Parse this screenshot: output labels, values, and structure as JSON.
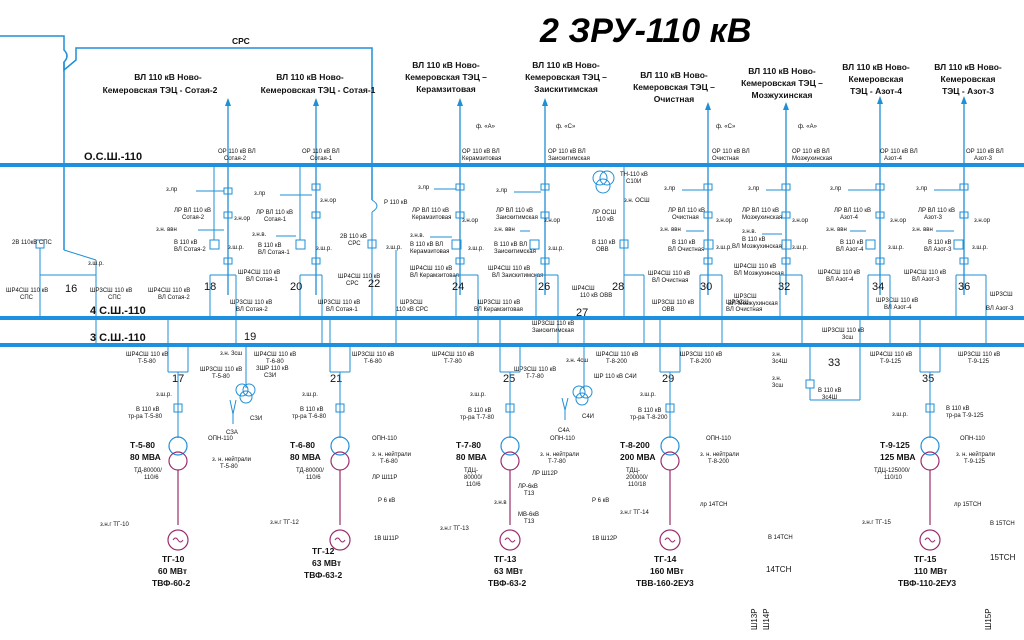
{
  "title": "2 ЗРУ-110 кВ",
  "colors": {
    "blue": "#1f8fd6",
    "bus": "#1e90e0",
    "purple": "#9b2d6e",
    "green": "#5da44a",
    "text": "#111111"
  },
  "srs": "СРС",
  "buses": {
    "osh": "О.С.Ш.-110",
    "b4": "4 С.Ш.-110",
    "b3": "3 С.Ш.-110"
  },
  "lines": [
    {
      "n": "ВЛ 110 кВ Ново-",
      "t": "Кемеровская ТЭЦ - Сотая-2"
    },
    {
      "n": "ВЛ 110 кВ Ново-",
      "t": "Кемеровская ТЭЦ - Сотая-1"
    },
    {
      "n": "ВЛ 110 кВ Ново-",
      "t": "Кемеровская ТЭЦ –",
      "t2": "Керамзитовая",
      "ph": "ф. «А»"
    },
    {
      "n": "ВЛ 110 кВ Ново-",
      "t": "Кемеровская ТЭЦ –",
      "t2": "Заискитимская",
      "ph": "ф. «С»"
    },
    {
      "n": "ВЛ 110 кВ Ново-",
      "t": "Кемеровская ТЭЦ –",
      "t2": "Очистная",
      "ph": "ф. «С»"
    },
    {
      "n": "ВЛ 110 кВ Ново-",
      "t": "Кемеровская ТЭЦ –",
      "t2": "Мозжухинская",
      "ph": "ф. «А»"
    },
    {
      "n": "ВЛ 110 кВ Ново-",
      "t": "Кемеровская",
      "t2": "ТЭЦ - Азот-4"
    },
    {
      "n": "ВЛ 110 кВ Ново-",
      "t": "Кемеровская",
      "t2": "ТЭЦ - Азот-3"
    }
  ],
  "cells": [
    "16",
    "18",
    "20",
    "22",
    "24",
    "26",
    "28",
    "30",
    "32",
    "34",
    "36",
    "19",
    "17",
    "21",
    "25",
    "27",
    "29",
    "33",
    "35"
  ],
  "cell_labels": [
    {
      "or1": "ОР 110 кВ ВЛ",
      "or2": "Сотая-2",
      "lr1": "ЛР ВЛ 110 кВ",
      "lr2": "Сотая-2",
      "v1": "В 110 кВ",
      "v2": "ВЛ Сотая-2",
      "a": "ШР4СШ 110 кВ",
      "a2": "ВЛ Сотая-2",
      "b": "ШР3СШ 110 кВ",
      "b2": "ВЛ Сотая-2"
    },
    {
      "or1": "ОР 110 кВ ВЛ",
      "or2": "Сотая-1",
      "lr1": "ЛР ВЛ 110 кВ",
      "lr2": "Сотая-1",
      "v1": "В 110 кВ",
      "v2": "ВЛ Сотая-1",
      "a": "ШР4СШ 110 кВ",
      "a2": "ВЛ Сотая-1",
      "b": "ШР3СШ 110 кВ",
      "b2": "ВЛ Сотая-1"
    },
    {
      "or1": "ОР 110 кВ ВЛ",
      "or2": "Керамзитовая",
      "lr1": "ЛР ВЛ 110 кВ",
      "lr2": "Керамзитовая",
      "v1": "В 110 кВ ВЛ",
      "v2": "Керамзитовая",
      "a": "ШР4СШ 110 кВ",
      "a2": "ВЛ Керамзитовая",
      "b": "ШР3СШ 110 кВ",
      "b2": "ВЛ Керамзитовая"
    },
    {
      "or1": "ОР 110 кВ ВЛ",
      "or2": "Заискитимская",
      "lr1": "ЛР ВЛ 110 кВ",
      "lr2": "Заискитимская",
      "v1": "В 110 кВ ВЛ",
      "v2": "Заискитимская",
      "a": "ШР4СШ 110 кВ",
      "a2": "ВЛ Заискитимская",
      "b": "ШР3СШ 110 кВ",
      "b2": "Заискитимская"
    },
    {
      "or1": "ОР 110 кВ ВЛ",
      "or2": "Очистная",
      "lr1": "ЛР ВЛ 110 кВ",
      "lr2": "Очистная",
      "v1": "В 110 кВ",
      "v2": "ВЛ Очистная",
      "a": "ШР4СШ 110 кВ",
      "a2": "ВЛ Очистная",
      "b": "ШР3СШ",
      "b2": "ВЛ Очистная"
    },
    {
      "or1": "ОР 110 кВ ВЛ",
      "or2": "Мозжухинская",
      "lr1": "ЛР ВЛ 110 кВ",
      "lr2": "Мозжухинская",
      "v1": "В 110 кВ",
      "v2": "ВЛ Мозжухинская",
      "a": "ШР4СШ 110 кВ",
      "a2": "ВЛ Мозжухинская",
      "b": "ШР3СШ",
      "b2": "ВЛ Мозжухинская"
    },
    {
      "or1": "ОР 110 кВ ВЛ",
      "or2": "Азот-4",
      "lr1": "ЛР ВЛ 110 кВ",
      "lr2": "Азот-4",
      "v1": "В 110 кВ",
      "v2": "ВЛ Азот-4",
      "a": "ШР4СШ 110 кВ",
      "a2": "ВЛ Азот-4",
      "b": "ШР3СШ 110 кВ",
      "b2": "ВЛ Азот-4"
    },
    {
      "or1": "ОР 110 кВ ВЛ",
      "or2": "Азот-3",
      "lr1": "ЛР ВЛ 110 кВ",
      "lr2": "Азот-3",
      "v1": "В 110 кВ",
      "v2": "ВЛ Азот-3",
      "a": "ШР4СШ 110 кВ",
      "a2": "ВЛ Азот-3",
      "b": "ШР3СШ",
      "b2": "ВЛ Азот-3"
    }
  ],
  "common": {
    "zlr": "з.лр",
    "zhor": "з.н.ор",
    "zhvvn": "з.н. ввн",
    "zhv": "з.н.в.",
    "zhshr": "з.ш.р.",
    "zhv2": "з.н.в"
  },
  "srs_cell": {
    "v": "2В 110кВ СПС",
    "a": "ШР4СШ 110 кВ",
    "a2": "СПС",
    "b": "ШР3СШ 110 кВ",
    "b2": "СПС",
    "zsh": "з.ш.р."
  },
  "cell22": {
    "r": "Р 110 кВ",
    "v1": "2В 110 кВ",
    "v2": "СРС",
    "a": "ШР4СШ 110 кВ",
    "a2": "СРС",
    "b": "ШР3СШ",
    "b2": "110 кВ СРС"
  },
  "osh_cell": {
    "tn1": "ТН-110 кВ",
    "tn2": "С10И",
    "osh": "з.н. ОСШ",
    "ro1": "ЛР ОСШ",
    "ro2": "110 кВ",
    "ovv1": "В 110 кВ",
    "ovv2": "ОВВ",
    "a": "ШР4СШ",
    "a2": "110 кВ ОВВ",
    "b": "ШР3СШ 110 кВ",
    "b2": "ОВВ"
  },
  "b27": {
    "a": "ШР3СШ 110 кВ",
    "a2": "Заискитимская",
    "z": "з.н. 4сш",
    "tr": "ШР 110 кВ С4И",
    "c": "С4А",
    "c2": "С4И"
  },
  "b19": {
    "z": "з.н. 3сш",
    "zr": "ЗШР 110 кВ",
    "zr2": "СЗИ",
    "c": "СЗА",
    "c2": "СЗИ"
  },
  "b33": {
    "a": "ШР3СШ 110 кВ",
    "a2": "3сш",
    "z": "з.н.",
    "z2": "3с4Ш",
    "v": "В 110 кВ",
    "v2": "3с4Ш",
    "z3": "з.н.",
    "z4": "3сш"
  },
  "gens": [
    {
      "a4": "ШР4СШ 110 кВ",
      "a4b": "Т-5-80",
      "a3": "ШР3СШ 110 кВ",
      "a3b": "Т-5-80",
      "v": "В 110 кВ",
      "v2": "тр-ра Т-5-80",
      "zsh": "з.ш.р.",
      "name": "Т-5-80",
      "mva": "80 МВА",
      "type": "ТД-80000/",
      "type2": "110/6",
      "opn": "ОПН-110",
      "zn": "з. н. нейтрали",
      "zn2": "Т-5-80",
      "zg": "з.н.г ТГ-10",
      "gen": "ТГ-10",
      "mw": "60 МВт",
      "tvf": "ТВФ-60-2"
    },
    {
      "a4": "ШР4СШ 110 кВ",
      "a4b": "Т-6-80",
      "a3": "ШР3СШ 110 кВ",
      "a3b": "Т-6-80",
      "v": "В 110 кВ",
      "v2": "тр-ра Т-6-80",
      "zsh": "з.ш.р.",
      "name": "Т-6-80",
      "mva": "80 МВА",
      "type": "ТД-80000/",
      "type2": "110/6",
      "opn": "ОПН-110",
      "zn": "з. н. нейтрали",
      "zn2": "Т-6-80",
      "zg": "з.н.г ТГ-12",
      "gen": "ТГ-12",
      "mw": "63 МВт",
      "tvf": "ТВФ-63-2"
    },
    {
      "a4": "ШР4СШ 110 кВ",
      "a4b": "Т-7-80",
      "a3": "ШР3СШ 110 кВ",
      "a3b": "Т-7-80",
      "v": "В 110 кВ",
      "v2": "тр-ра Т-7-80",
      "zsh": "з.ш.р.",
      "name": "Т-7-80",
      "mva": "80 МВА",
      "type": "ТДЦ-",
      "type2": "80000/",
      "type3": "110/6",
      "opn": "ОПН-110",
      "zn": "з. н. нейтрали",
      "zn2": "Т-7-80",
      "zg": "з.н.г ТГ-13",
      "gen": "ТГ-13",
      "mw": "63 МВт",
      "tvf": "ТВФ-63-2"
    },
    {
      "a4": "ШР4СШ 110 кВ",
      "a4b": "Т-8-200",
      "a3": "ШР3СШ 110 кВ",
      "a3b": "Т-8-200",
      "v": "В 110 кВ",
      "v2": "тр-ра Т-8-200",
      "zsh": "з.ш.р.",
      "name": "Т-8-200",
      "mva": "200 МВА",
      "type": "ТДЦ-",
      "type2": "200000/",
      "type3": "110/18",
      "opn": "ОПН-110",
      "zn": "з. н. нейтрали",
      "zn2": "Т-8-200",
      "zg": "з.н.г ТГ-14",
      "gen": "ТГ-14",
      "mw": "160 МВт",
      "tvf": "ТВВ-160-2ЕУ3"
    },
    {
      "a4": "ШР4СШ 110 кВ",
      "a4b": "Т-9-125",
      "a3": "ШР3СШ 110 кВ",
      "a3b": "Т-9-125",
      "v": "В 110 кВ",
      "v2": "тр-ра Т-9-125",
      "zsh": "з.ш.р.",
      "name": "Т-9-125",
      "mva": "125 МВА",
      "type": "ТДЦ-125000/",
      "type2": "110/10",
      "opn": "ОПН-110",
      "zn": "з. н. нейтрали",
      "zn2": "Т-9-125",
      "zg": "з.н.г ТГ-15",
      "gen": "ТГ-15",
      "mw": "110 МВт",
      "tvf": "ТВФ-110-2ЕУ3"
    }
  ],
  "extras": {
    "lr11": "ЛР Ш11Р",
    "r6a": "Р 6 кВ",
    "v11": "1В Ш11Р",
    "lr12": "ЛР Ш12Р",
    "r6b": "Р 6 кВ",
    "v12": "1В Ш12Р",
    "lr6": "ЛР-6кВ",
    "lr6b": "Т13",
    "mv6": "МВ-6кВ",
    "mv6b": "Т13",
    "zv": "з.н.в",
    "lr14": "лр 14ТСН",
    "v14": "В 14ТСН",
    "t14": "14ТСН",
    "lr15": "лр 15ТСН",
    "v15": "В 15ТСН",
    "t15": "15ТСН",
    "sh13": "Ш13Р",
    "sh14": "Ш14Р",
    "sh15": "Ш15Р"
  }
}
